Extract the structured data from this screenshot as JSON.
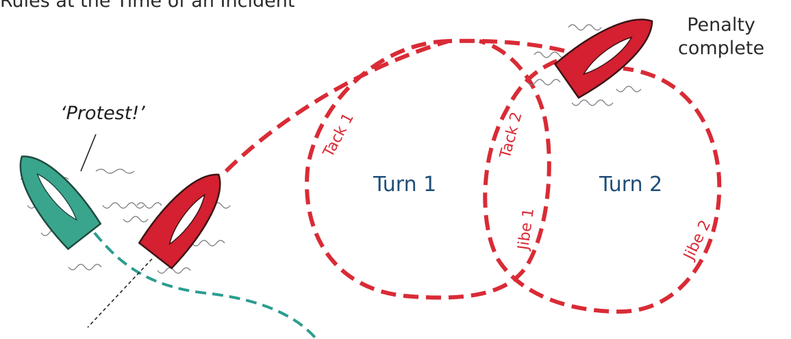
{
  "caption": "Rules at the Time of an Incident",
  "labels": {
    "protest": "‘Protest!’",
    "penalty_line1": "Penalty",
    "penalty_line2": "complete",
    "turn1": "Turn 1",
    "turn2": "Turn 2",
    "tack1": "Tack 1",
    "tack2": "Tack 2",
    "jibe1": "Jibe 1",
    "jibe2": "Jibe 2"
  },
  "colors": {
    "penalty_path": "#d92b36",
    "red_boat": "#d42030",
    "green_boat": "#3aa58d",
    "green_track": "#2a9d8f",
    "turn_text": "#1f4e79"
  }
}
